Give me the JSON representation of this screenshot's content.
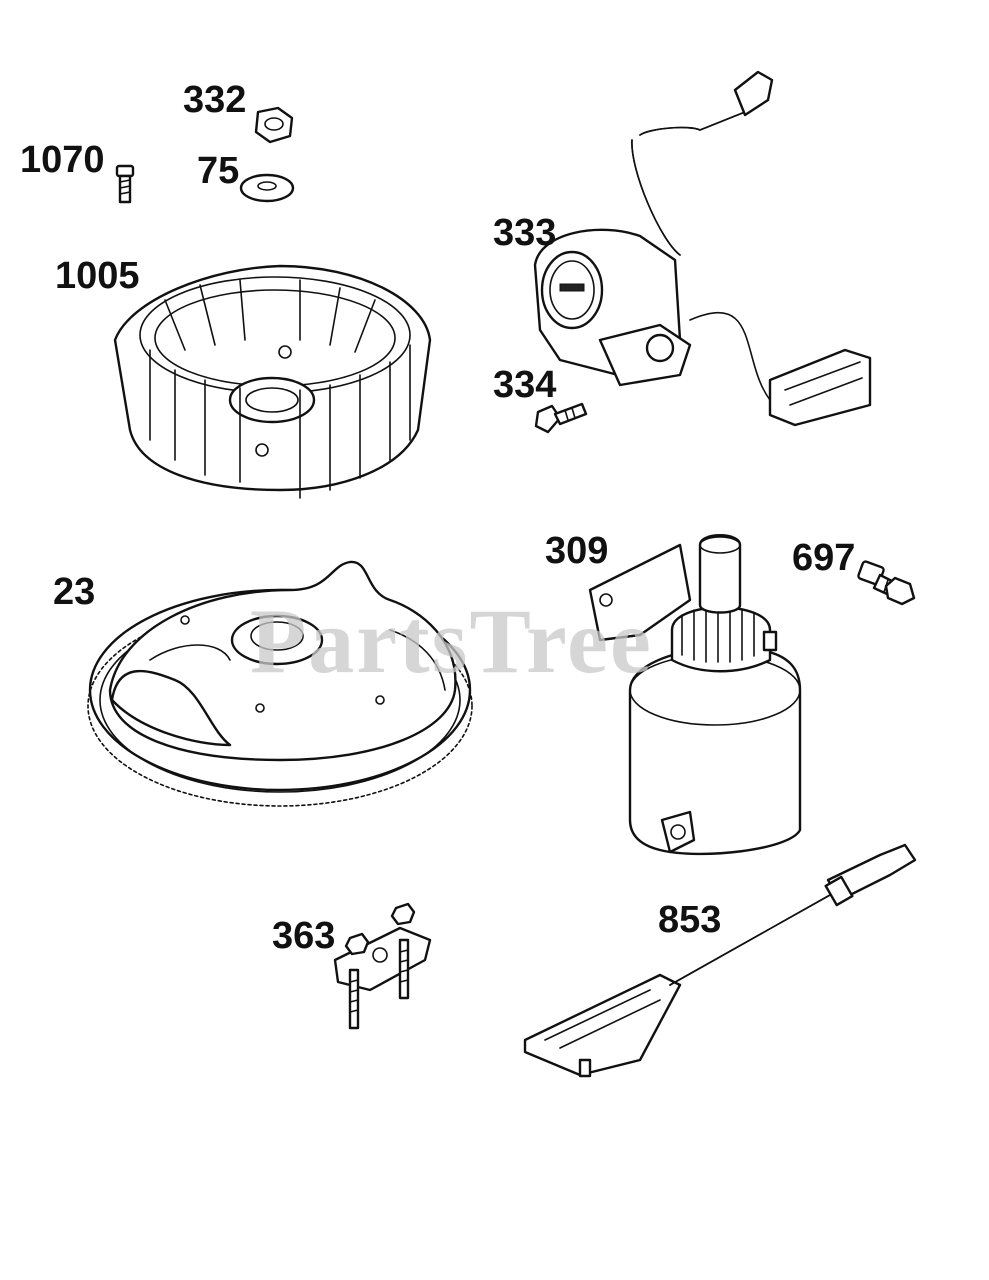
{
  "watermark": "PartsTree",
  "callouts": {
    "c332": "332",
    "c1070": "1070",
    "c75": "75",
    "c333": "333",
    "c1005": "1005",
    "c334": "334",
    "c309": "309",
    "c697": "697",
    "c23": "23",
    "c853": "853",
    "c363": "363"
  },
  "colors": {
    "line": "#111111",
    "watermark": "#c9c9c9",
    "background": "#ffffff"
  }
}
